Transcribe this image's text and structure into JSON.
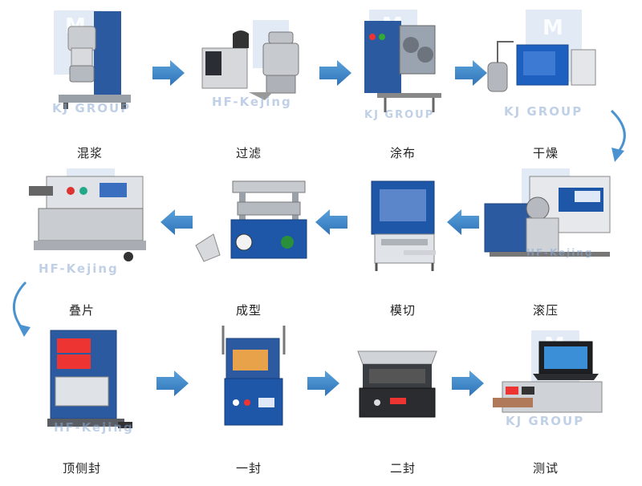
{
  "steps": [
    {
      "label": "混浆",
      "watermark": "KJ GROUP"
    },
    {
      "label": "过滤",
      "watermark": "HF-Kejing"
    },
    {
      "label": "涂布",
      "watermark": "KJ GROUP"
    },
    {
      "label": "干燥",
      "watermark": "KJ GROUP"
    },
    {
      "label": "叠片",
      "watermark": "HF-Kejing"
    },
    {
      "label": "成型",
      "watermark": ""
    },
    {
      "label": "模切",
      "watermark": ""
    },
    {
      "label": "滚压",
      "watermark": "HF-Kejing"
    },
    {
      "label": "顶侧封",
      "watermark": "HF-Kejing"
    },
    {
      "label": "一封",
      "watermark": ""
    },
    {
      "label": "二封",
      "watermark": ""
    },
    {
      "label": "测试",
      "watermark": "KJ GROUP"
    }
  ],
  "watermark_letter": "M",
  "colors": {
    "arrow": "#3b82c4",
    "label": "#222222",
    "machine_blue": "#2c5aa0"
  }
}
